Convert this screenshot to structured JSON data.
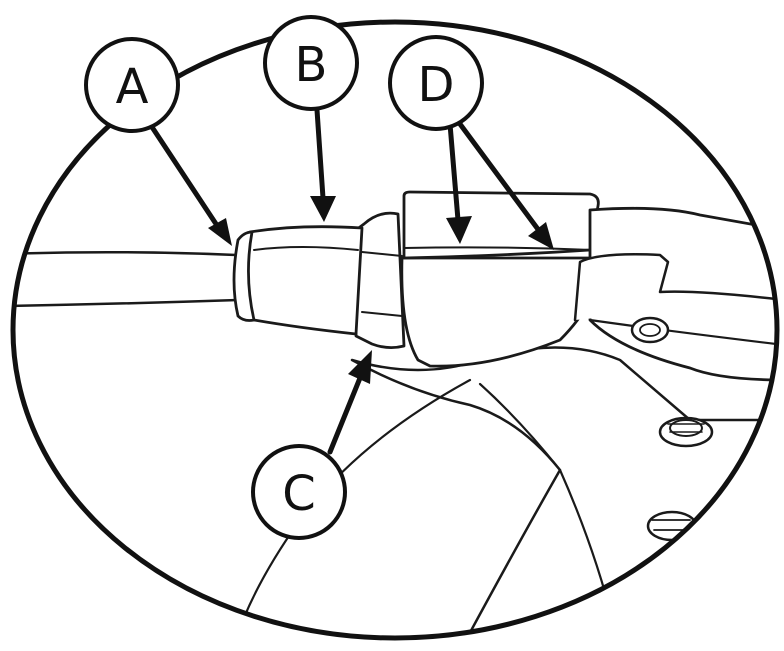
{
  "diagram": {
    "callouts": {
      "a": {
        "label": "A"
      },
      "b": {
        "label": "B"
      },
      "c": {
        "label": "C"
      },
      "d": {
        "label": "D"
      }
    },
    "colors": {
      "line": "#1a1a1a",
      "background": "#ffffff"
    }
  }
}
